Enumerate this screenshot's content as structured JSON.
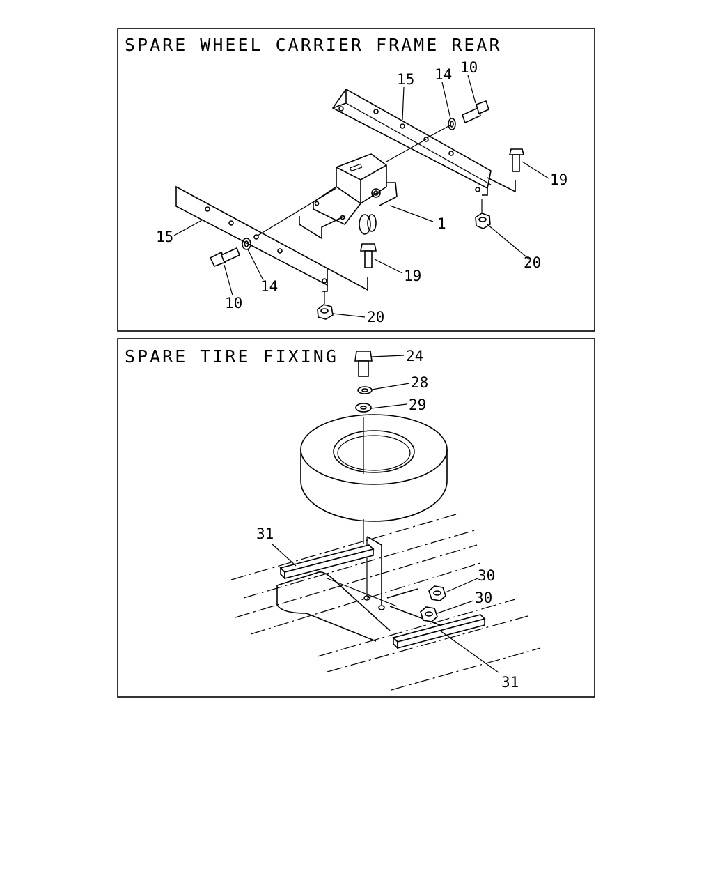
{
  "panels": [
    {
      "title": "SPARE WHEEL CARRIER FRAME REAR",
      "callouts": [
        {
          "id": "c1",
          "label": "15"
        },
        {
          "id": "c2",
          "label": "14"
        },
        {
          "id": "c3",
          "label": "10"
        },
        {
          "id": "c4",
          "label": "19"
        },
        {
          "id": "c5",
          "label": "1"
        },
        {
          "id": "c6",
          "label": "20"
        },
        {
          "id": "c7",
          "label": "15"
        },
        {
          "id": "c8",
          "label": "19"
        },
        {
          "id": "c9",
          "label": "14"
        },
        {
          "id": "c10",
          "label": "10"
        },
        {
          "id": "c11",
          "label": "20"
        }
      ]
    },
    {
      "title": "SPARE TIRE FIXING",
      "callouts": [
        {
          "id": "d1",
          "label": "24"
        },
        {
          "id": "d2",
          "label": "28"
        },
        {
          "id": "d3",
          "label": "29"
        },
        {
          "id": "d4",
          "label": "31"
        },
        {
          "id": "d5",
          "label": "30"
        },
        {
          "id": "d6",
          "label": "30"
        },
        {
          "id": "d7",
          "label": "31"
        }
      ]
    }
  ]
}
